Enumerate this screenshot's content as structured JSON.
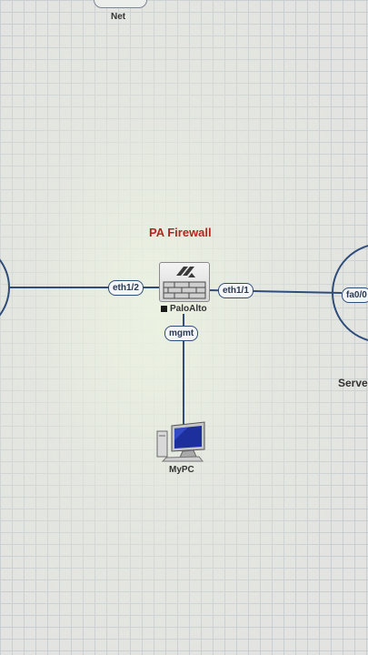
{
  "topology": {
    "title": "PA Firewall",
    "nodes": {
      "net": {
        "label": "Net",
        "icon": "cloud-node-icon"
      },
      "firewall": {
        "label": "PaloAlto",
        "icon": "palo-alto-firewall-icon",
        "status_color": "#1a1a1a"
      },
      "pc": {
        "label": "MyPC",
        "icon": "desktop-pc-icon"
      },
      "server": {
        "label": "Serve",
        "icon": "server-node-icon"
      }
    },
    "ports": {
      "eth1_2": "eth1/2",
      "eth1_1": "eth1/1",
      "mgmt": "mgmt",
      "fa0": "fa0/0"
    }
  },
  "colors": {
    "link": "#2f4c7a",
    "title": "#b3261e",
    "grid": "#c9ced1"
  }
}
